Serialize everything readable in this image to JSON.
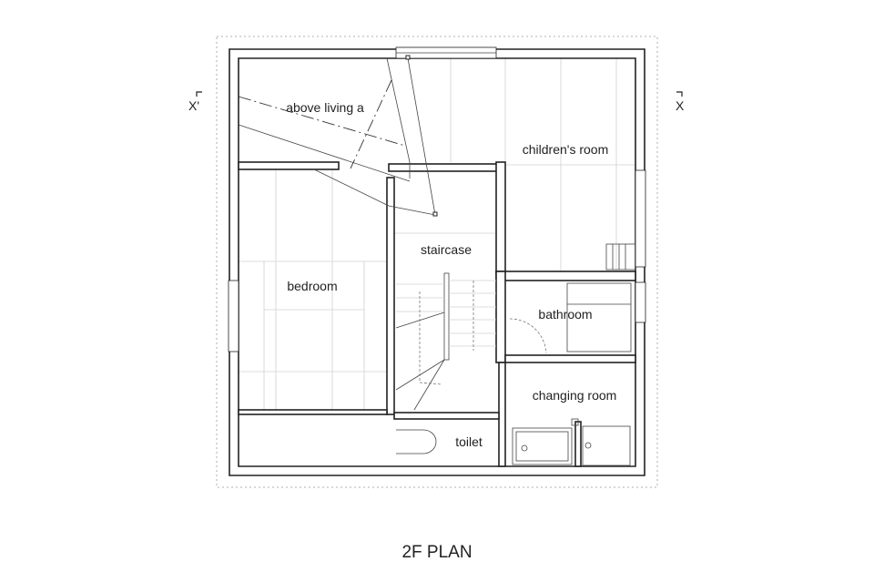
{
  "plan": {
    "title": "2F PLAN",
    "section_marks": {
      "left": "X'",
      "right": "X"
    },
    "rooms": {
      "above_living": "above living a",
      "childrens_room": "children's room",
      "staircase": "staircase",
      "bedroom": "bedroom",
      "bathroom": "bathroom",
      "changing_room": "changing room",
      "toilet": "toilet"
    }
  }
}
